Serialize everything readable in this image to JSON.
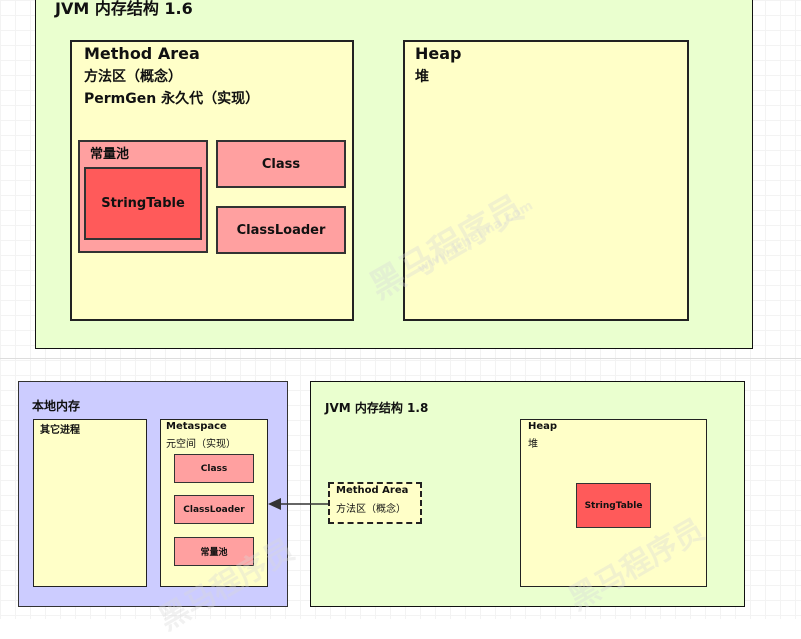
{
  "jvm16": {
    "title": "JVM 内存结构 1.6",
    "method_area": {
      "title": "Method Area",
      "line2": "方法区（概念）",
      "line3": "PermGen 永久代（实现）"
    },
    "const_pool": "常量池",
    "string_table": "StringTable",
    "class": "Class",
    "classloader": "ClassLoader",
    "heap": {
      "title": "Heap",
      "subtitle": "堆"
    }
  },
  "native": {
    "title": "本地内存",
    "other_process": "其它进程",
    "metaspace": {
      "title": "Metaspace",
      "subtitle": "元空间（实现）"
    },
    "class": "Class",
    "classloader": "ClassLoader",
    "const_pool": "常量池"
  },
  "jvm18": {
    "title": "JVM 内存结构 1.8",
    "method_area": {
      "title": "Method Area",
      "subtitle": "方法区（概念）"
    },
    "heap": {
      "title": "Heap",
      "subtitle": "堆"
    },
    "string_table": "StringTable"
  },
  "watermark": {
    "text": "黑马程序员",
    "url": "www.itheima.com"
  },
  "colors": {
    "green": "#eaffcf",
    "yellow": "#ffffc8",
    "pink": "#ffa0a0",
    "red": "#ff5a5a",
    "purple": "#ccccff"
  }
}
